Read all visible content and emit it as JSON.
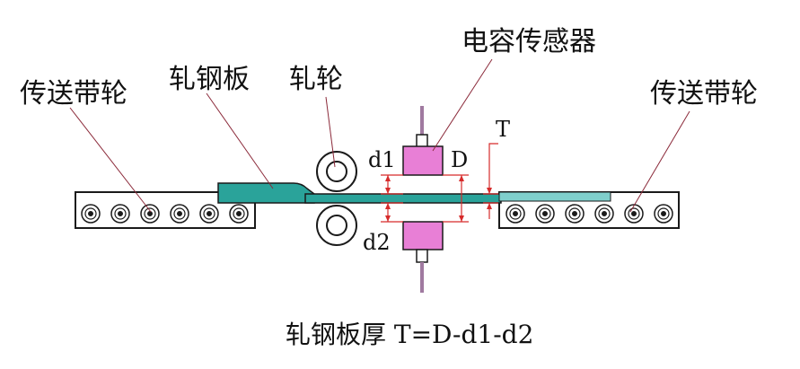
{
  "labels": {
    "sensor": "电容传感器",
    "steel_plate": "轧钢板",
    "roller": "轧轮",
    "conveyor_left": "传送带轮",
    "conveyor_right": "传送带轮",
    "t": "T",
    "d": "D",
    "d1": "d1",
    "d2": "d2",
    "formula": "轧钢板厚 T=D-d1-d2"
  },
  "colors": {
    "plate": "#2aa39a",
    "plate_thin": "#7fcfcc",
    "sensor": "#e87fd6",
    "dimension": "#d62b2b",
    "leader": "#8b2a3a",
    "shaft": "#a07aa0",
    "outline": "#1a1a1a"
  },
  "conveyor": {
    "left_wheel_count": 6,
    "right_wheel_count": 6
  }
}
